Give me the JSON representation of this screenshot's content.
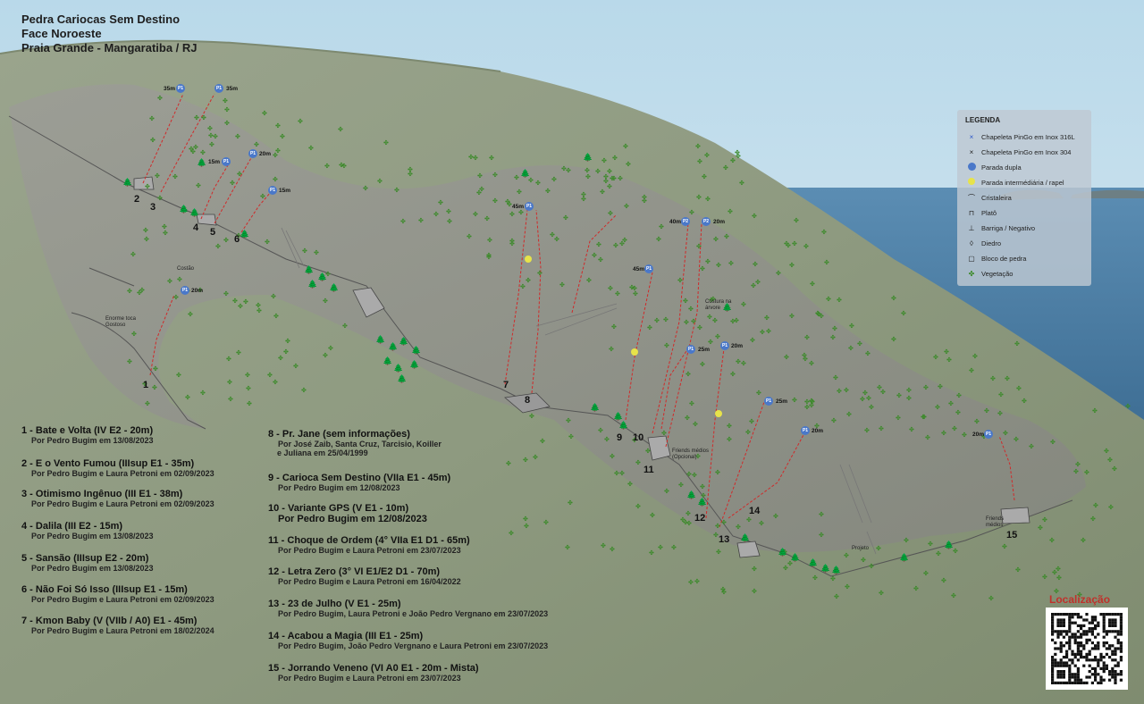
{
  "header": {
    "line1": "Pedra Cariocas Sem Destino",
    "line2": "Face Noroeste",
    "line3": "Praia Grande - Mangaratiba / RJ"
  },
  "legend": {
    "title": "LEGENDA",
    "items": [
      {
        "label": "Chapeleta PinGo em Inox 316L",
        "icon": "x-blue-icon",
        "color": "#2b55c9"
      },
      {
        "label": "Chapeleta PinGo em Inox 304",
        "icon": "x-black-icon",
        "color": "#111111"
      },
      {
        "label": "Parada dupla",
        "icon": "blue-circle-icon",
        "color": "#4a78c9"
      },
      {
        "label": "Parada intermédiária / rapel",
        "icon": "yellow-circle-icon",
        "color": "#e7e34a"
      },
      {
        "label": "Cristaleira",
        "icon": "crystal-icon",
        "color": "#555555"
      },
      {
        "label": "Platô",
        "icon": "plateau-icon",
        "color": "#555555"
      },
      {
        "label": "Barriga / Negativo",
        "icon": "overhang-icon",
        "color": "#555555"
      },
      {
        "label": "Diedro",
        "icon": "dihedral-icon",
        "color": "#555555"
      },
      {
        "label": "Bloco de pedra",
        "icon": "boulder-icon",
        "color": "#555555"
      },
      {
        "label": "Vegetação",
        "icon": "vegetation-icon",
        "color": "#3c8a2a"
      }
    ]
  },
  "routes_left": [
    {
      "title": "1 - Bate e Volta (IV E2 - 20m)",
      "author": "Por Pedro Bugim em 13/08/2023"
    },
    {
      "title": "2 - E o Vento Fumou (IIIsup E1 - 35m)",
      "author": "Por Pedro Bugim e Laura Petroni em 02/09/2023"
    },
    {
      "title": "3 - Otimismo Ingênuo (III E1 - 38m)",
      "author": "Por Pedro Bugim e Laura Petroni em 02/09/2023"
    },
    {
      "title": "4 - Dalila (III E2 - 15m)",
      "author": "Por Pedro Bugim em 13/08/2023"
    },
    {
      "title": "5 - Sansão (IIIsup E2 - 20m)",
      "author": "Por Pedro Bugim em 13/08/2023"
    },
    {
      "title": "6 - Não Foi Só Isso (IIIsup E1 - 15m)",
      "author": "Por Pedro Bugim e Laura Petroni em 02/09/2023"
    },
    {
      "title": "7 - Kmon Baby (V (VIIb / A0) E1 - 45m)",
      "author": "Por Pedro Bugim e Laura Petroni em 18/02/2024"
    }
  ],
  "routes_right": [
    {
      "title": "8 - Pr. Jane (sem informações)",
      "author": "Por José Zaib, Santa Cruz, Tarcisio, Koiller",
      "author2": "e Juliana em 25/04/1999"
    },
    {
      "title": "9 - Carioca Sem Destino (VIIa E1 - 45m)",
      "author": "Por Pedro Bugim em 12/08/2023"
    },
    {
      "title": "10 - Variante GPS (V E1 - 10m)",
      "author": "Por Pedro Bugim em 12/08/2023"
    },
    {
      "title": "11 - Choque de Ordem (4° VIIa E1 D1 - 65m)",
      "author": "Por Pedro Bugim e Laura Petroni em 23/07/2023"
    },
    {
      "title": "12 - Letra Zero (3° VI E1/E2 D1 - 70m)",
      "author": "Por Pedro Bugim e Laura Petroni em 16/04/2022"
    },
    {
      "title": "13 - 23 de Julho (V E1 - 25m)",
      "author": "Por Pedro Bugim,  Laura Petroni e João Pedro Vergnano em 23/07/2023"
    },
    {
      "title": "14 - Acabou a Magia (III E1 - 25m)",
      "author": "Por Pedro Bugim, João Pedro Vergnano e Laura Petroni em 23/07/2023"
    },
    {
      "title": "15 - Jorrando Veneno (VI A0 E1 - 20m - Mista)",
      "author": "Por Pedro Bugim e Laura Petroni em 23/07/2023"
    }
  ],
  "map_numbers": [
    "1",
    "2",
    "3",
    "4",
    "5",
    "6",
    "7",
    "8",
    "9",
    "10",
    "11",
    "12",
    "13",
    "14",
    "15"
  ],
  "stops": {
    "s35a": "35m",
    "s35b": "35m",
    "s20a": "20m",
    "s15a": "15m",
    "s15b": "15m",
    "s20b": "20m",
    "s45a": "45m",
    "s40": "40m",
    "s20c": "20m",
    "s45b": "45m",
    "s25a": "25m",
    "s20d": "20m",
    "s25b": "25m",
    "s20e": "20m",
    "s20f": "20m",
    "p1": "P1",
    "p2": "P2"
  },
  "notes": {
    "costao": "Costão",
    "enorme_toca": "Enorme toca",
    "gostoso": "Gostoso",
    "costura": "Costura na",
    "arvore": "árvore",
    "friends1": "Friends médios",
    "friends1b": "(Opcional)",
    "friends2": "Friends",
    "friends2b": "médios",
    "projeto": "Projeto"
  },
  "location": {
    "label": "Localização"
  },
  "colors": {
    "route": "#d02a2a",
    "ocean": "#4a7fa8",
    "sky": "#cfe4ef"
  }
}
